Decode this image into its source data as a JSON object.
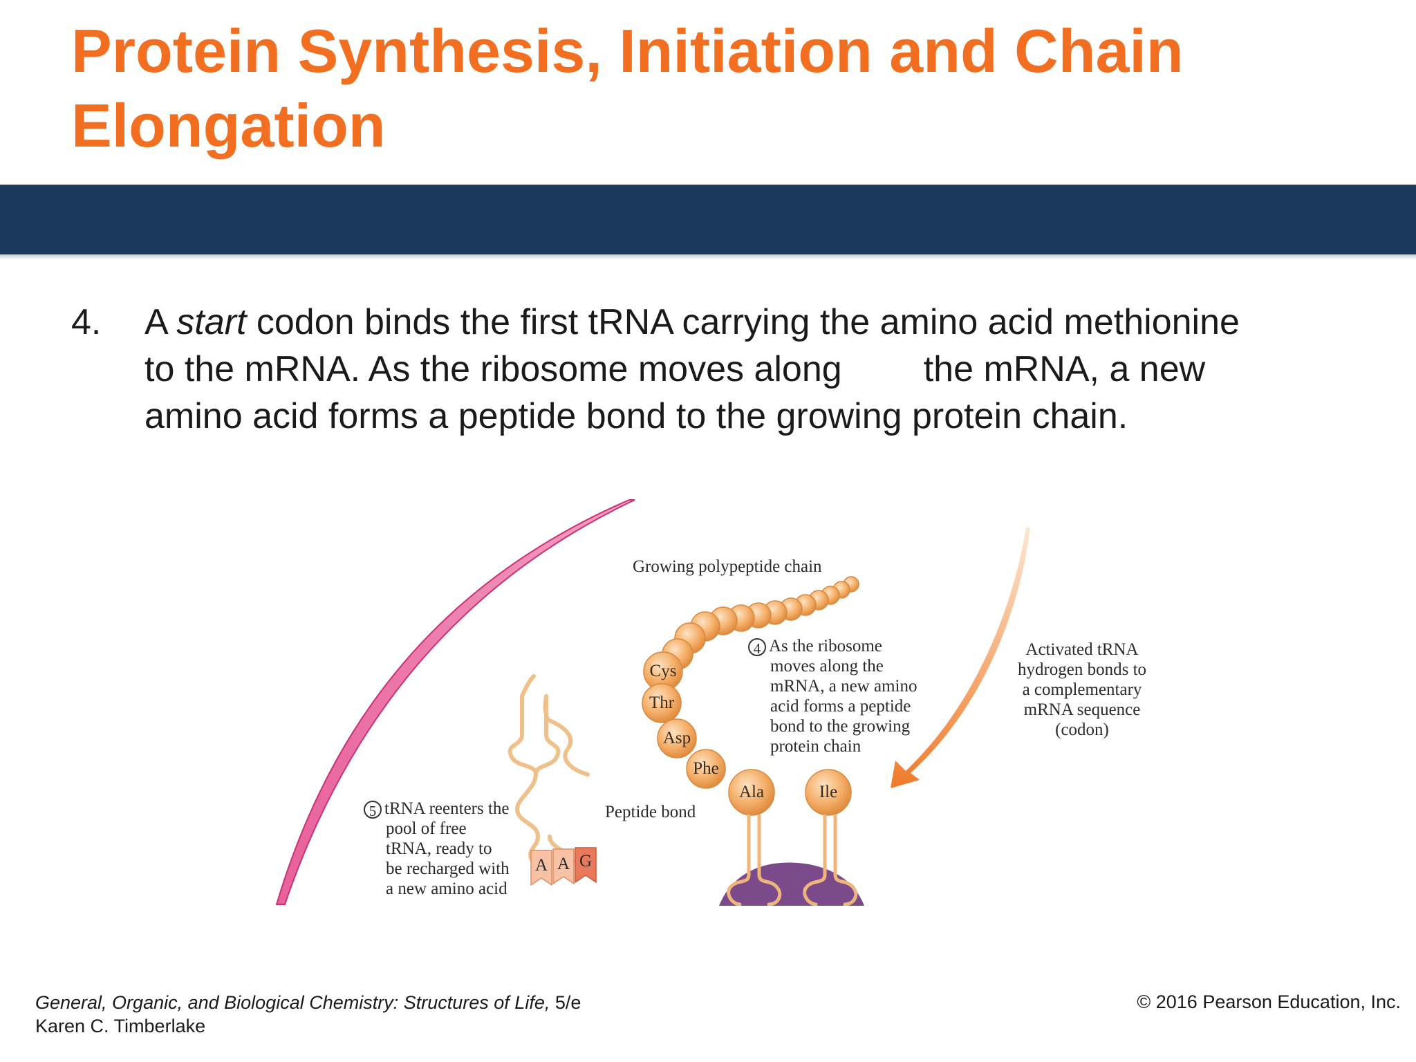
{
  "slide": {
    "title": "Protein Synthesis, Initiation and Chain Elongation"
  },
  "step": {
    "number": "4.",
    "line1_pre": "A ",
    "line1_emph": "start",
    "line1_post": " codon binds the first tRNA carrying the amino acid methionine",
    "line2_a": "to the mRNA. As the ribosome moves along",
    "line2_b": "the mRNA, a new",
    "line3": "amino acid forms a peptide bond to the growing protein chain."
  },
  "figure": {
    "growing_chain_label": "Growing polypeptide chain",
    "amino_acids": [
      "Cys",
      "Thr",
      "Asp",
      "Phe",
      "Ala",
      "Ile"
    ],
    "peptide_bond_label": "Peptide bond",
    "step4": {
      "number": "4",
      "lines": [
        "As the ribosome",
        "moves along the",
        "mRNA, a new amino",
        "acid forms a peptide",
        "bond to the growing",
        "protein chain"
      ]
    },
    "step5": {
      "number": "5",
      "lines": [
        "tRNA reenters the",
        "pool of free",
        "tRNA, ready to",
        "be recharged with",
        "a new amino acid"
      ]
    },
    "activated_label": {
      "lines": [
        "Activated tRNA",
        "hydrogen bonds to",
        "a complementary",
        "mRNA sequence",
        "(codon)"
      ]
    },
    "anticodon": [
      "A",
      "A",
      "G"
    ],
    "colors": {
      "bead": "#f5b06a",
      "bead_edge": "#d9893e",
      "arrow": "#f07a2a",
      "membrane": "#d43c7f",
      "ribosome": "#7a4a8a"
    }
  },
  "footer": {
    "book": "General, Organic, and Biological Chemistry: Structures of Life,",
    "edition": " 5/e",
    "author": "Karen C. Timberlake",
    "copyright": "© 2016 Pearson Education, Inc."
  }
}
